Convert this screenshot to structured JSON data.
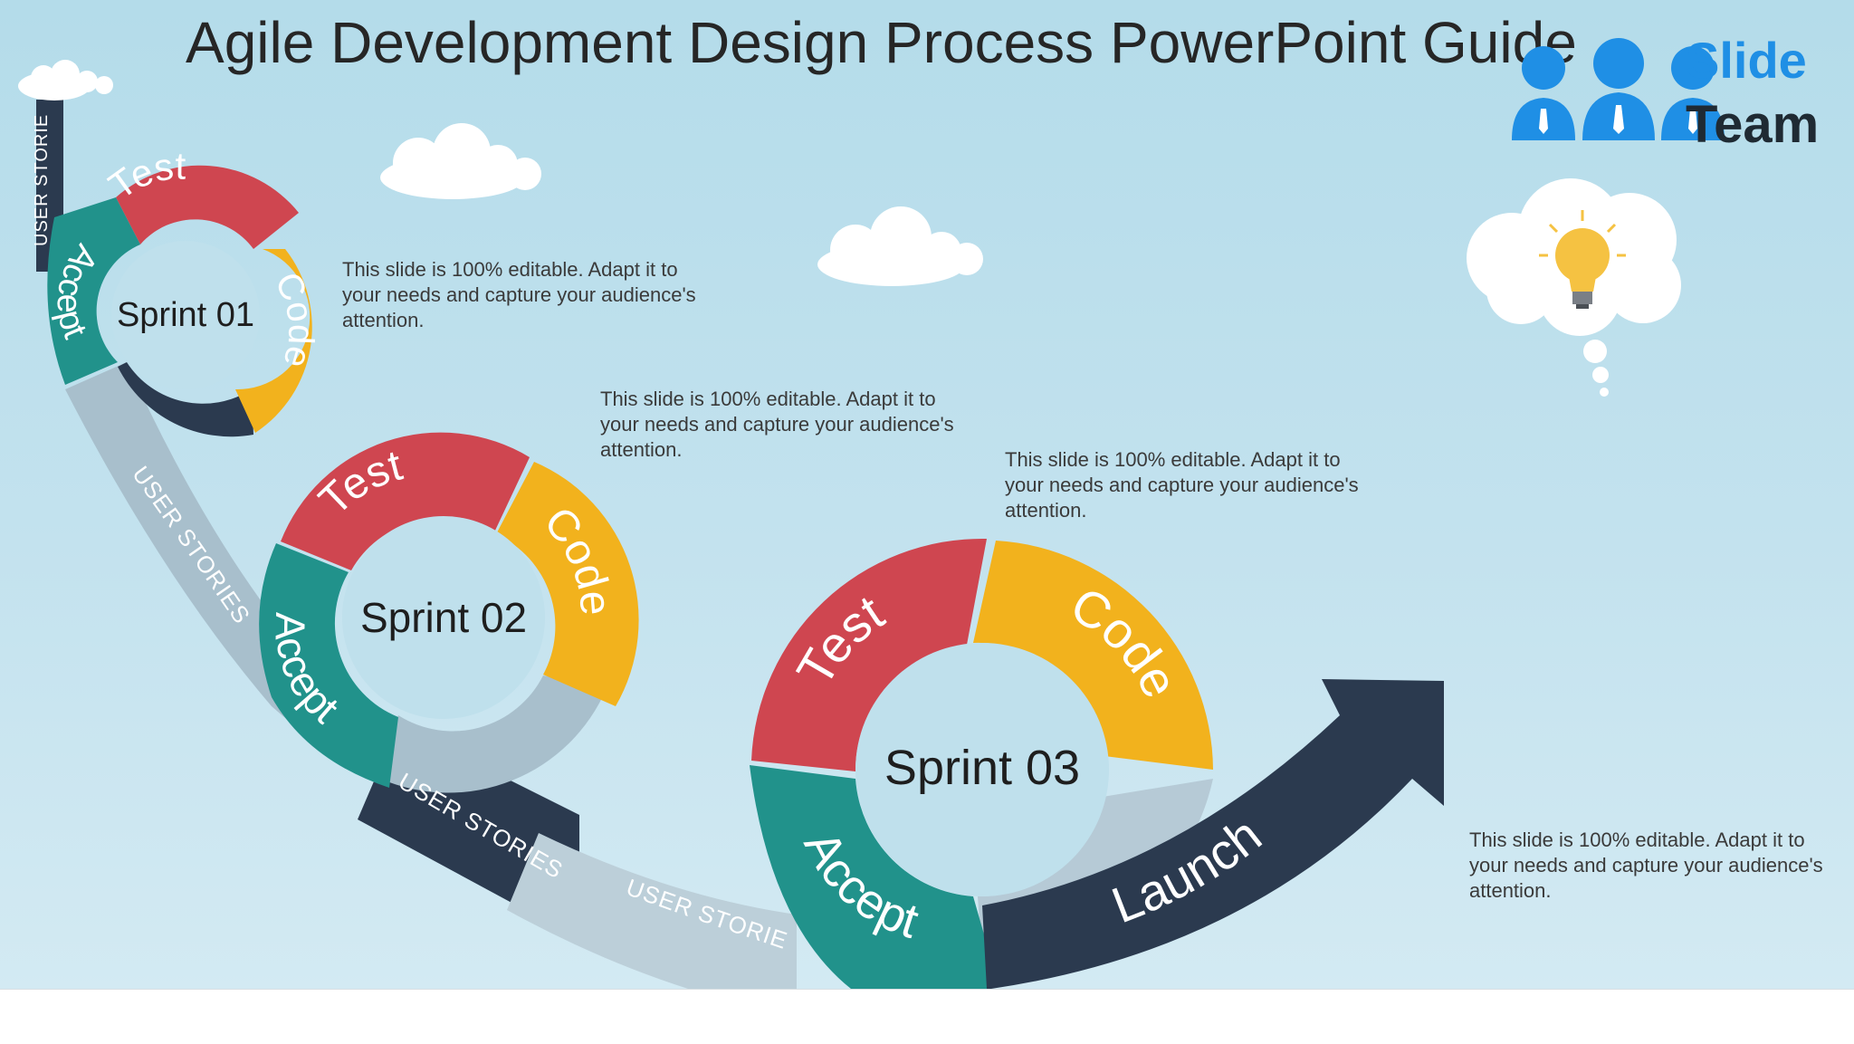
{
  "title": "Agile Development Design Process PowerPoint Guide",
  "logo": {
    "line1": "Slide",
    "line2": "Team"
  },
  "colors": {
    "test": "#cf4650",
    "code": "#f2b21d",
    "accept": "#21928b",
    "navy": "#2b3a4f",
    "path_light": "#a8bfcc",
    "bg_top": "#b4dcea",
    "bg_bottom": "#d3eaf3"
  },
  "sprints": [
    {
      "label": "Sprint 01",
      "test": "Test",
      "code": "Code",
      "accept": "Accept"
    },
    {
      "label": "Sprint 02",
      "test": "Test",
      "code": "Code",
      "accept": "Accept"
    },
    {
      "label": "Sprint 03",
      "test": "Test",
      "code": "Code",
      "accept": "Accept"
    }
  ],
  "path_labels": [
    "USER STORIES",
    "USER STORIES",
    "USER STORIES",
    "USER STORIES"
  ],
  "launch": "Launch",
  "notes": [
    "This slide is 100% editable. Adapt it to your needs and capture your audience's attention.",
    "This slide is 100% editable. Adapt it to your needs and capture your audience's attention.",
    "This slide is 100% editable. Adapt it to your needs and capture your audience's attention.",
    "This slide is 100% editable. Adapt it to your needs and capture your audience's attention."
  ],
  "icons": [
    "cloud-icon",
    "lightbulb-icon",
    "thought-bubble-icon",
    "team-people-icon"
  ]
}
